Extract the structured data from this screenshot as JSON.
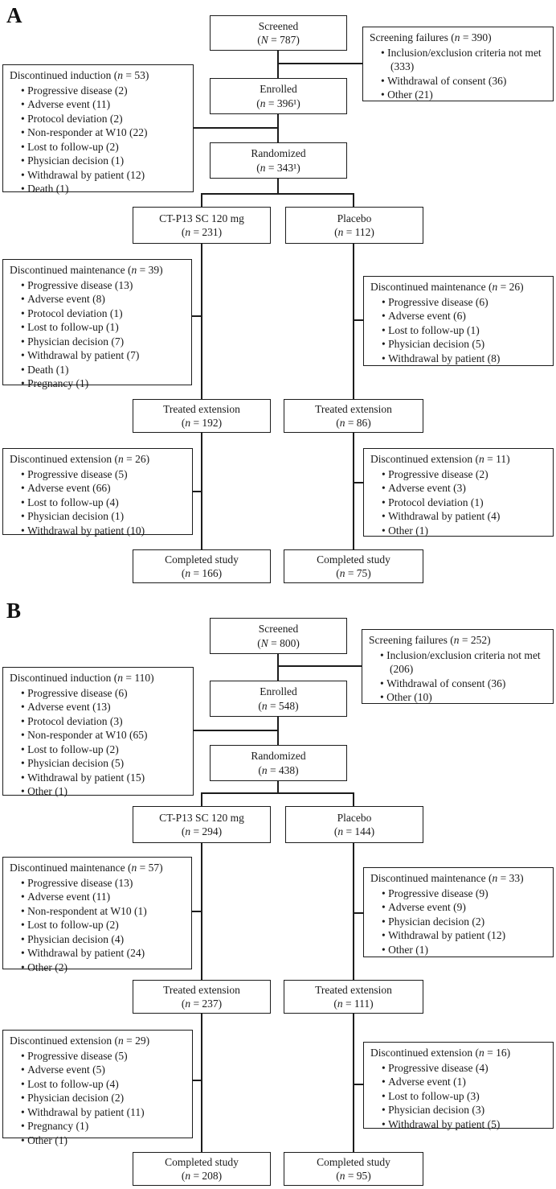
{
  "panels": [
    {
      "label": "A",
      "screened": {
        "line1": "Screened",
        "line2": "(N = 787)"
      },
      "screening_failures": {
        "title": "Screening failures (n = 390)",
        "items": [
          "Inclusion/exclusion criteria not met (333)",
          "Withdrawal of consent (36)",
          "Other (21)"
        ]
      },
      "discontinued_induction": {
        "title": "Discontinued induction (n = 53)",
        "items": [
          "Progressive disease (2)",
          "Adverse event (11)",
          "Protocol deviation (2)",
          "Non-responder at W10 (22)",
          "Lost to follow-up (2)",
          "Physician decision (1)",
          "Withdrawal by patient (12)",
          "Death (1)"
        ]
      },
      "enrolled": {
        "line1": "Enrolled",
        "line2": "(n = 396¹)"
      },
      "randomized": {
        "line1": "Randomized",
        "line2": "(n = 343¹)"
      },
      "arm_left": {
        "line1": "CT-P13 SC 120 mg",
        "line2": "(n = 231)"
      },
      "arm_right": {
        "line1": "Placebo",
        "line2": "(n = 112)"
      },
      "disc_maint_left": {
        "title": "Discontinued maintenance (n = 39)",
        "items": [
          "Progressive disease (13)",
          "Adverse event (8)",
          "Protocol deviation (1)",
          "Lost to follow-up (1)",
          "Physician decision (7)",
          "Withdrawal by patient (7)",
          "Death (1)",
          "Pregnancy (1)"
        ]
      },
      "disc_maint_right": {
        "title": "Discontinued maintenance (n = 26)",
        "items": [
          "Progressive disease (6)",
          "Adverse event (6)",
          "Lost to follow-up (1)",
          "Physician decision (5)",
          "Withdrawal by patient (8)"
        ]
      },
      "treated_ext_left": {
        "line1": "Treated extension",
        "line2": "(n = 192)"
      },
      "treated_ext_right": {
        "line1": "Treated extension",
        "line2": "(n = 86)"
      },
      "disc_ext_left": {
        "title": "Discontinued extension (n = 26)",
        "items": [
          "Progressive disease (5)",
          "Adverse event (66)",
          "Lost to follow-up (4)",
          "Physician decision (1)",
          "Withdrawal by patient (10)"
        ]
      },
      "disc_ext_right": {
        "title": "Discontinued extension (n = 11)",
        "items": [
          "Progressive disease (2)",
          "Adverse event (3)",
          "Protocol deviation (1)",
          "Withdrawal by patient (4)",
          "Other (1)"
        ]
      },
      "completed_left": {
        "line1": "Completed study",
        "line2": "(n = 166)"
      },
      "completed_right": {
        "line1": "Completed study",
        "line2": "(n = 75)"
      }
    },
    {
      "label": "B",
      "screened": {
        "line1": "Screened",
        "line2": "(N = 800)"
      },
      "screening_failures": {
        "title": "Screening failures (n = 252)",
        "items": [
          "Inclusion/exclusion criteria not met (206)",
          "Withdrawal of consent (36)",
          "Other (10)"
        ]
      },
      "discontinued_induction": {
        "title": "Discontinued induction (n = 110)",
        "items": [
          "Progressive disease (6)",
          "Adverse event (13)",
          "Protocol deviation (3)",
          "Non-responder at W10 (65)",
          "Lost to follow-up (2)",
          "Physician decision (5)",
          "Withdrawal by patient (15)",
          "Other (1)"
        ]
      },
      "enrolled": {
        "line1": "Enrolled",
        "line2": "(n = 548)"
      },
      "randomized": {
        "line1": "Randomized",
        "line2": "(n = 438)"
      },
      "arm_left": {
        "line1": "CT-P13 SC 120 mg",
        "line2": "(n = 294)"
      },
      "arm_right": {
        "line1": "Placebo",
        "line2": "(n = 144)"
      },
      "disc_maint_left": {
        "title": "Discontinued maintenance (n = 57)",
        "items": [
          "Progressive disease (13)",
          "Adverse event (11)",
          "Non-respondent at W10 (1)",
          "Lost to follow-up (2)",
          "Physician decision (4)",
          "Withdrawal by patient (24)",
          "Other (2)"
        ]
      },
      "disc_maint_right": {
        "title": "Discontinued maintenance (n = 33)",
        "items": [
          "Progressive disease (9)",
          "Adverse event (9)",
          "Physician decision (2)",
          "Withdrawal by patient (12)",
          "Other (1)"
        ]
      },
      "treated_ext_left": {
        "line1": "Treated extension",
        "line2": "(n = 237)"
      },
      "treated_ext_right": {
        "line1": "Treated extension",
        "line2": "(n = 111)"
      },
      "disc_ext_left": {
        "title": "Discontinued extension (n = 29)",
        "items": [
          "Progressive disease (5)",
          "Adverse event (5)",
          "Lost to follow-up (4)",
          "Physician decision (2)",
          "Withdrawal by patient (11)",
          "Pregnancy (1)",
          "Other (1)"
        ]
      },
      "disc_ext_right": {
        "title": "Discontinued extension (n = 16)",
        "items": [
          "Progressive disease (4)",
          "Adverse event (1)",
          "Lost to follow-up (3)",
          "Physician decision (3)",
          "Withdrawal by patient (5)"
        ]
      },
      "completed_left": {
        "line1": "Completed study",
        "line2": "(n = 208)"
      },
      "completed_right": {
        "line1": "Completed study",
        "line2": "(n = 95)"
      }
    }
  ]
}
